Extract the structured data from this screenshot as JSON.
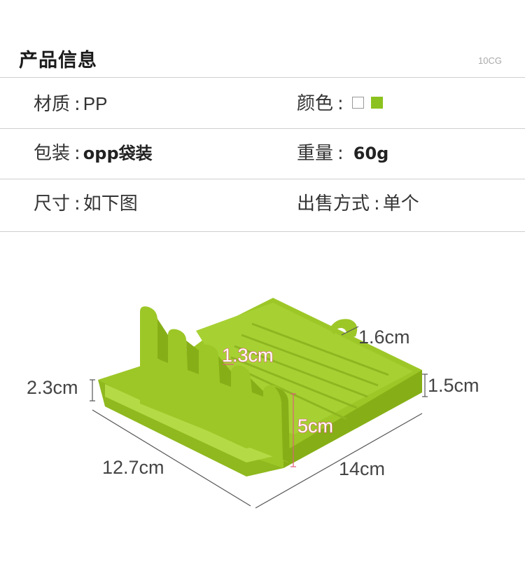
{
  "header": {
    "title": "产品信息",
    "code": "10CG"
  },
  "specs": {
    "material_label": "材质",
    "material_value": "PP",
    "color_label": "颜色",
    "colors": [
      "#ffffff",
      "#8cc21f"
    ],
    "package_label": "包装",
    "package_value": "opp袋装",
    "weight_label": "重量",
    "weight_value": "60g",
    "size_label": "尺寸",
    "size_value": "如下图",
    "sale_label": "出售方式",
    "sale_value": "单个",
    "separator": ":"
  },
  "dimensions": {
    "hook": "1.6cm",
    "slot": "1.3cm",
    "left_height": "2.3cm",
    "right_height": "1.5cm",
    "rest_height": "5cm",
    "width": "12.7cm",
    "length": "14cm"
  },
  "product": {
    "color": "#9dc727",
    "shade": "#83ad15",
    "highlight": "#b6dc46"
  }
}
